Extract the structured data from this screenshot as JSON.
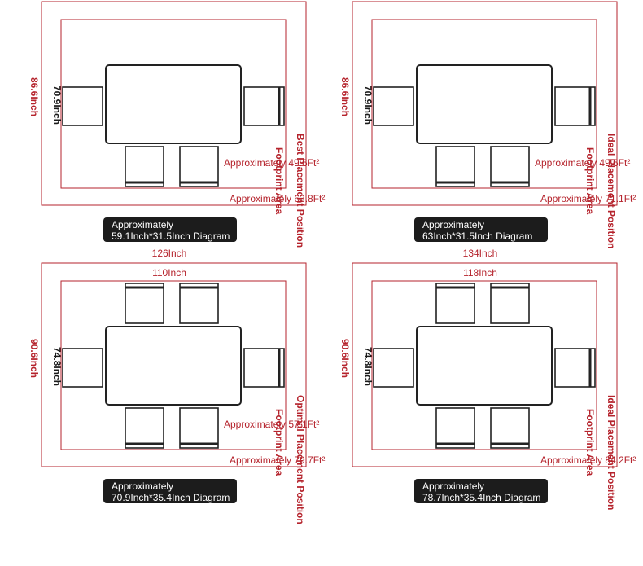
{
  "diagrams": [
    {
      "outer_width": "",
      "inner_width": "",
      "outer_height": "86.6Inch",
      "inner_height": "70.9Inch",
      "footprint_area": "Approximately 49.6Ft²",
      "outer_area": "Approximately 63.8Ft²",
      "vertical_label_1": "Footprint Area",
      "vertical_label_2": "Best Placement Position",
      "badge_line1": "Approximately",
      "badge_line2": "59.1Inch*31.5Inch Diagram",
      "top_chairs": false
    },
    {
      "outer_width": "",
      "inner_width": "",
      "outer_height": "86.6Inch",
      "inner_height": "70.9Inch",
      "footprint_area": "Approximately 49.6Ft²",
      "outer_area": "Approximately 71.1Ft²",
      "vertical_label_1": "Footprint Area",
      "vertical_label_2": "Ideal Placement Position",
      "badge_line1": "Approximately",
      "badge_line2": "63Inch*31.5Inch Diagram",
      "top_chairs": false
    },
    {
      "outer_width": "126Inch",
      "inner_width": "110Inch",
      "outer_height": "90.6Inch",
      "inner_height": "74.8Inch",
      "footprint_area": "Approximately 57.1Ft²",
      "outer_area": "Approximately 79.7Ft²",
      "vertical_label_1": "Footprint Area",
      "vertical_label_2": "Optimal Placement Position",
      "badge_line1": "Approximately",
      "badge_line2": "70.9Inch*35.4Inch Diagram",
      "top_chairs": true
    },
    {
      "outer_width": "134Inch",
      "inner_width": "118Inch",
      "outer_height": "90.6Inch",
      "inner_height": "74.8Inch",
      "footprint_area": "",
      "outer_area": "Approximately 84.2Ft²",
      "vertical_label_1": "Footprint Area",
      "vertical_label_2": "Ideal Placement Position",
      "badge_line1": "Approximately",
      "badge_line2": "78.7Inch*35.4Inch Diagram",
      "top_chairs": true
    }
  ]
}
